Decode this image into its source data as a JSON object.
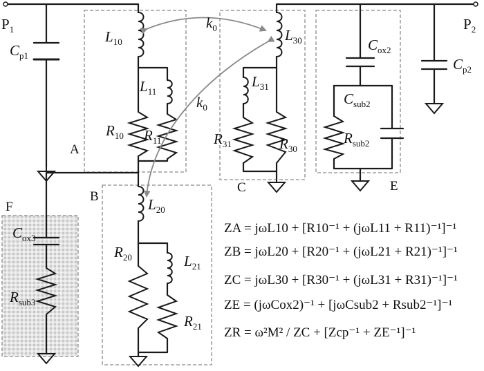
{
  "ports": {
    "p1": {
      "main": "P",
      "sub": "1"
    },
    "p2": {
      "main": "P",
      "sub": "2"
    }
  },
  "coupling": {
    "k0_top": {
      "main": "k",
      "sub": "0"
    },
    "k0_mid": {
      "main": "k",
      "sub": "0"
    }
  },
  "components": {
    "Cp1": {
      "main": "C",
      "sub": "p1"
    },
    "Cp2": {
      "main": "C",
      "sub": "p2"
    },
    "L10": {
      "main": "L",
      "sub": "10"
    },
    "L11": {
      "main": "L",
      "sub": "11"
    },
    "R10": {
      "main": "R",
      "sub": "10"
    },
    "R11": {
      "main": "R",
      "sub": "11"
    },
    "L20": {
      "main": "L",
      "sub": "20"
    },
    "L21": {
      "main": "L",
      "sub": "21"
    },
    "R20": {
      "main": "R",
      "sub": "20"
    },
    "R21": {
      "main": "R",
      "sub": "21"
    },
    "L30": {
      "main": "L",
      "sub": "30"
    },
    "L31": {
      "main": "L",
      "sub": "31"
    },
    "R30": {
      "main": "R",
      "sub": "30"
    },
    "R31": {
      "main": "R",
      "sub": "31"
    },
    "Cox2": {
      "main": "C",
      "sub": "ox2"
    },
    "Csub2": {
      "main": "C",
      "sub": "sub2"
    },
    "Rsub2": {
      "main": "R",
      "sub": "sub2"
    },
    "Cox3": {
      "main": "C",
      "sub": "ox3"
    },
    "Rsub3": {
      "main": "R",
      "sub": "sub3"
    }
  },
  "sections": {
    "A": "A",
    "B": "B",
    "C": "C",
    "E": "E",
    "F": "F"
  },
  "equations": {
    "ZA": "ZA = jωL10 + [R10⁻¹ + (jωL11 + R11)⁻¹]⁻¹",
    "ZB": "ZB = jωL20 + [R20⁻¹ + (jωL21 + R21)⁻¹]⁻¹",
    "ZC": "ZC = jωL30 + [R30⁻¹ + (jωL31 + R31)⁻¹]⁻¹",
    "ZE": "ZE = (jωCox2)⁻¹ + [jωCsub2 + Rsub2⁻¹]⁻¹",
    "ZR": "ZR = ω²M² / ZC + [Zcp⁻¹ + ZE⁻¹]⁻¹"
  },
  "colors": {
    "wire": "#1a1a1a",
    "coupling": "#8a8a8a",
    "box": "#8a8a8a",
    "pattern": "#d4d4d4"
  }
}
